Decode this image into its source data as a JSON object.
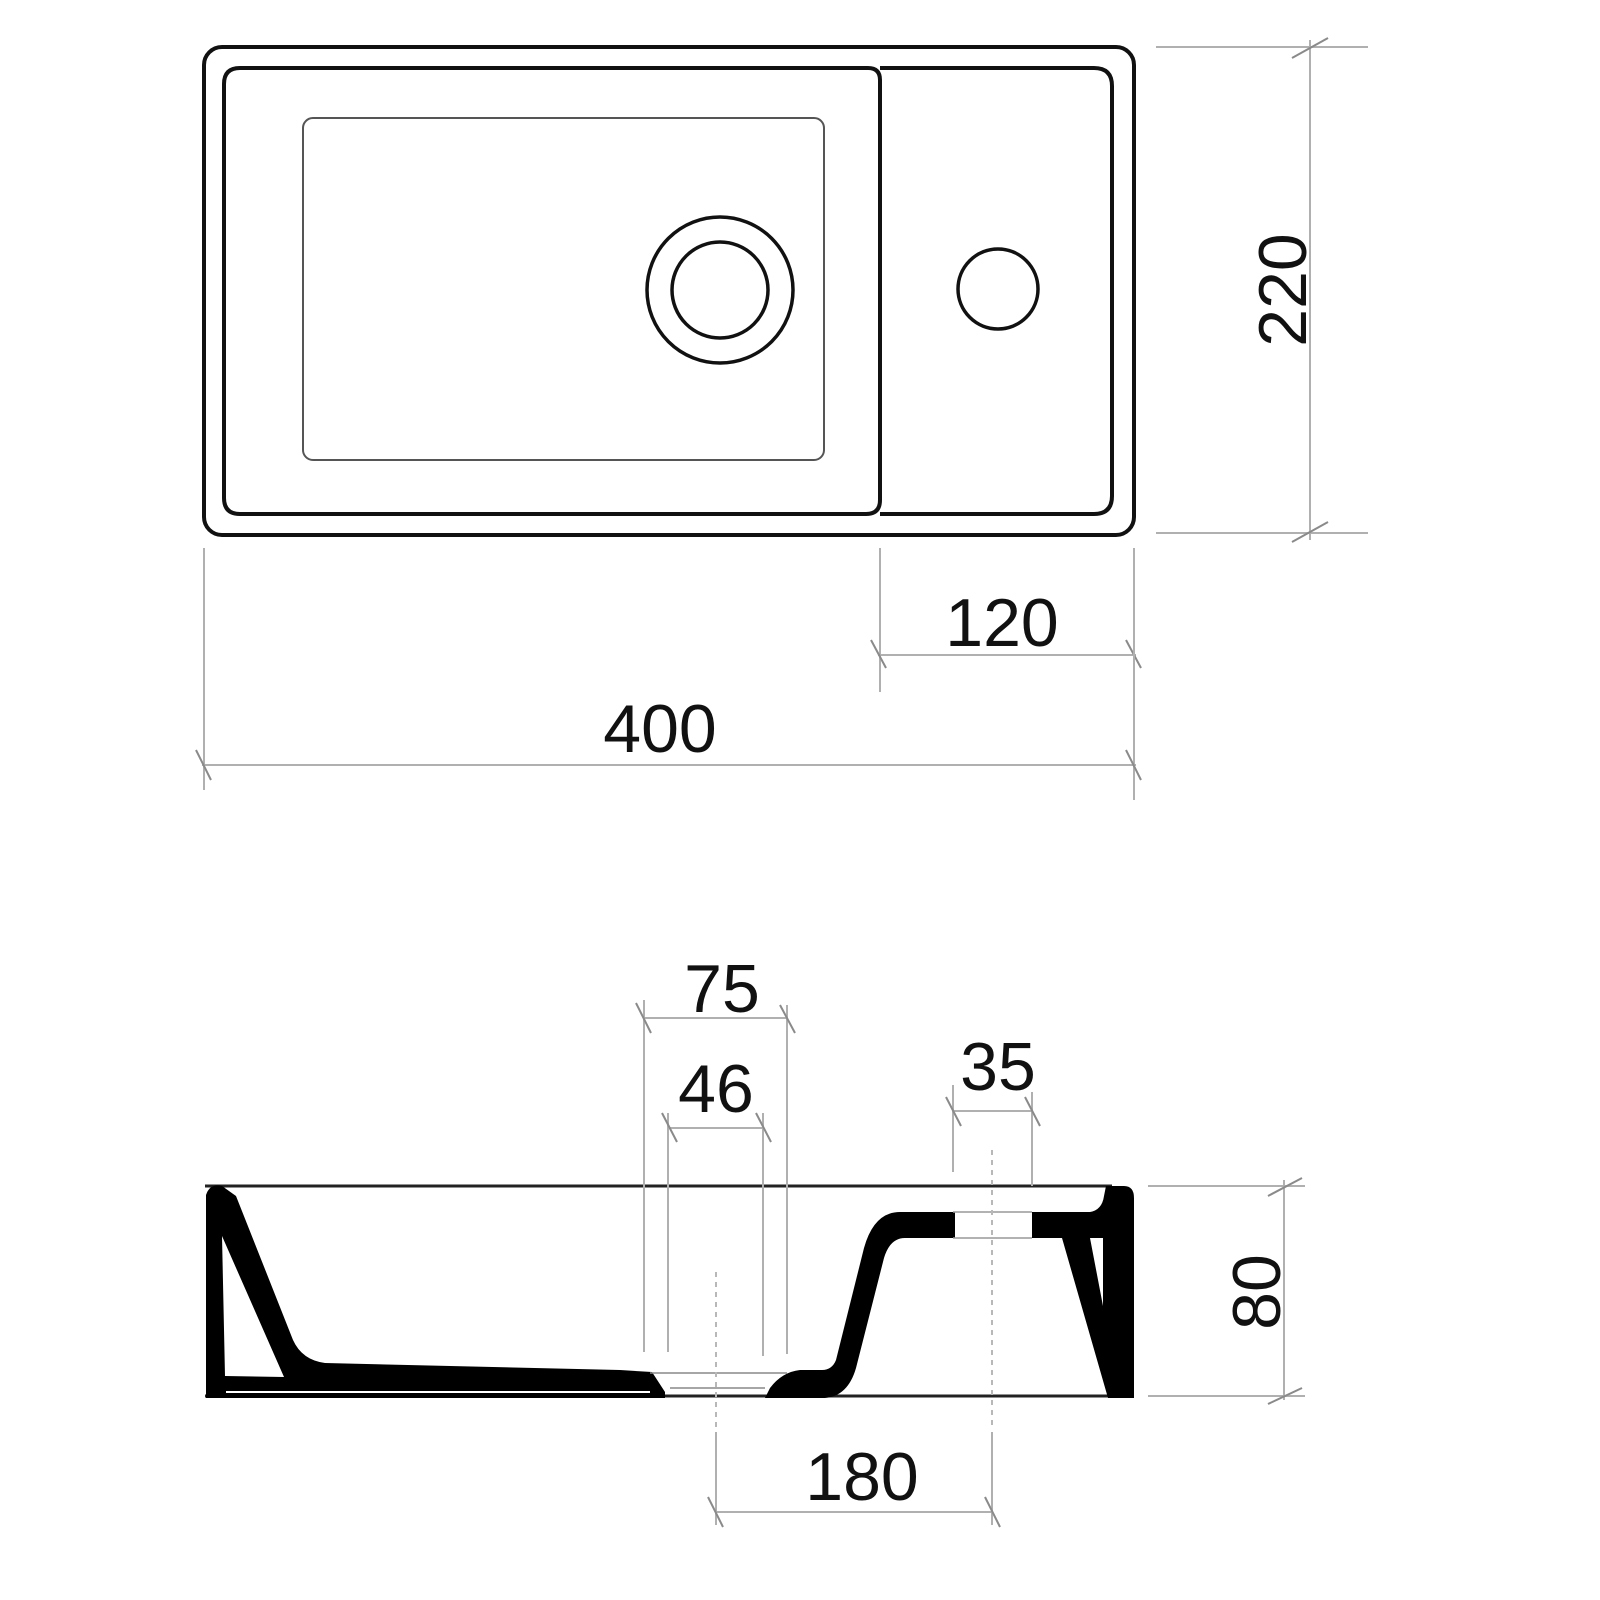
{
  "drawing": {
    "subject": "washbasin",
    "units": "mm",
    "colors": {
      "line": "#111111",
      "dimension_line": "#b0b0b0",
      "section_fill": "#000000",
      "background": "#ffffff"
    }
  },
  "top_view": {
    "dimensions": {
      "overall_width": "400",
      "overall_depth": "220",
      "tap_deck_width": "120"
    }
  },
  "section_view": {
    "dimensions": {
      "drain_outer": "75",
      "drain_inner": "46",
      "tap_hole": "35",
      "height": "80",
      "drain_to_tap_distance": "180"
    }
  }
}
